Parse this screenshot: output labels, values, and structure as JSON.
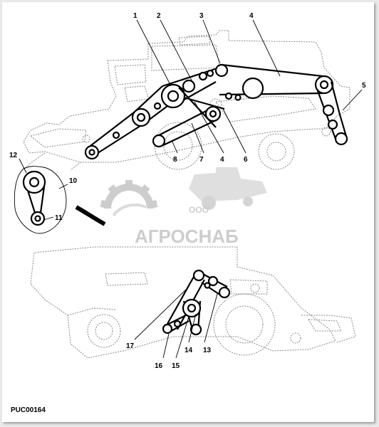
{
  "callouts": {
    "n1": "1",
    "n2": "2",
    "n3": "3",
    "n4": "4",
    "n5": "5",
    "n6": "6",
    "n7": "7",
    "n4b": "4",
    "n8": "8",
    "n10": "10",
    "n11": "11",
    "n12": "12",
    "n13": "13",
    "n14": "14",
    "n15": "15",
    "n16": "16",
    "n17": "17"
  },
  "watermark": {
    "small": "ООО",
    "large": "АГРОСНАБ"
  },
  "figure_code": "PUC00164",
  "colors": {
    "belt": "#000000",
    "outline": "#8a8a8a",
    "watermark": "#c8c8c8"
  }
}
